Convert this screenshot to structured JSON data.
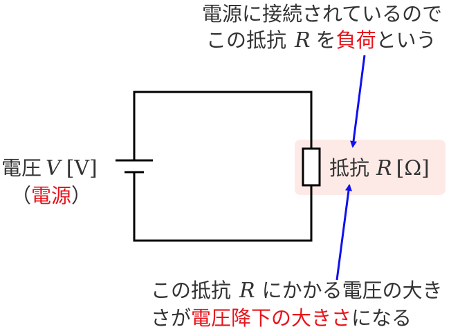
{
  "colors": {
    "wire": "#000000",
    "text": "#333333",
    "highlight_text": "#e8141c",
    "arrow": "#1010f0",
    "resistor_bg": "#fdeae6"
  },
  "top_note": {
    "line1": "電源に接続されているので",
    "line2_a": "この抵抗",
    "line2_var": "R",
    "line2_b": "を",
    "line2_red": "負荷",
    "line2_c": "という"
  },
  "source": {
    "label": "電圧",
    "var": "V",
    "unit": "[V]",
    "paren_open": "（",
    "red": "電源",
    "paren_close": "）"
  },
  "resistor": {
    "label": "抵抗",
    "var": "R",
    "unit": "[Ω]"
  },
  "bottom_note": {
    "line1_a": "この抵抗",
    "line1_var": "R",
    "line1_b": "にかかる電圧の大き",
    "line2_a": "さが",
    "line2_red": "電圧降下の大きさ",
    "line2_b": "になる"
  }
}
